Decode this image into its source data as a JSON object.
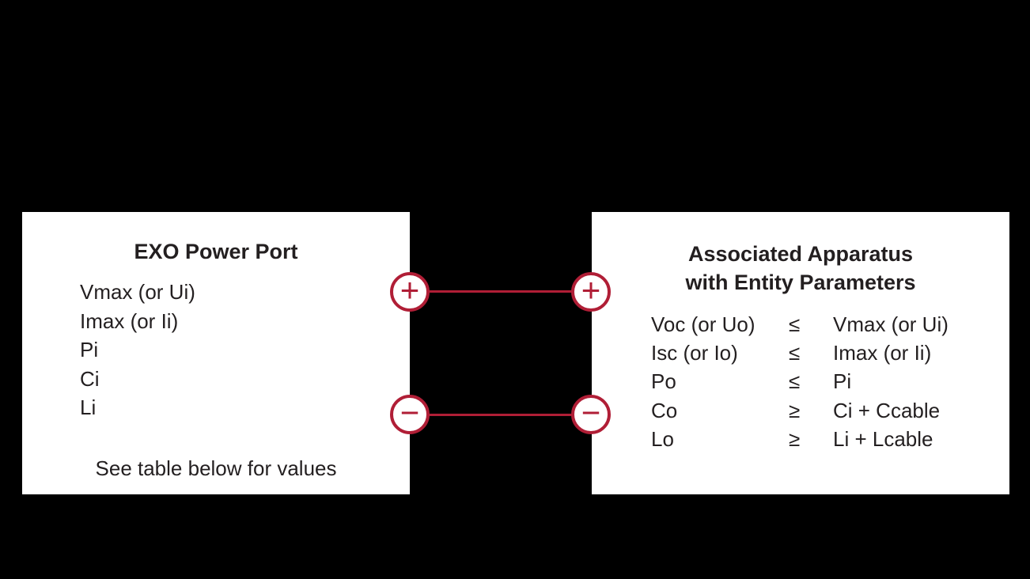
{
  "palette": {
    "background": "#000000",
    "panel_background": "#ffffff",
    "accent_red": "#b01e36",
    "text_color": "#231f20"
  },
  "left_panel": {
    "title": "EXO Power Port",
    "parameters": [
      "Vmax (or Ui)",
      "Imax (or Ii)",
      "Pi",
      "Ci",
      "Li"
    ],
    "footnote": "See table below for values"
  },
  "right_panel": {
    "title_line1": "Associated Apparatus",
    "title_line2": "with Entity Parameters",
    "rows": [
      {
        "param": "Voc (or Uo)",
        "op": "≤",
        "value": "Vmax (or Ui)"
      },
      {
        "param": "Isc (or Io)",
        "op": "≤",
        "value": "Imax (or Ii)"
      },
      {
        "param": "Po",
        "op": "≤",
        "value": "Pi"
      },
      {
        "param": "Co",
        "op": "≥",
        "value": "Ci + Ccable"
      },
      {
        "param": "Lo",
        "op": "≥",
        "value": "Li + Lcable"
      }
    ]
  },
  "connectors": {
    "positive_symbol": "+",
    "negative_symbol": "−"
  }
}
